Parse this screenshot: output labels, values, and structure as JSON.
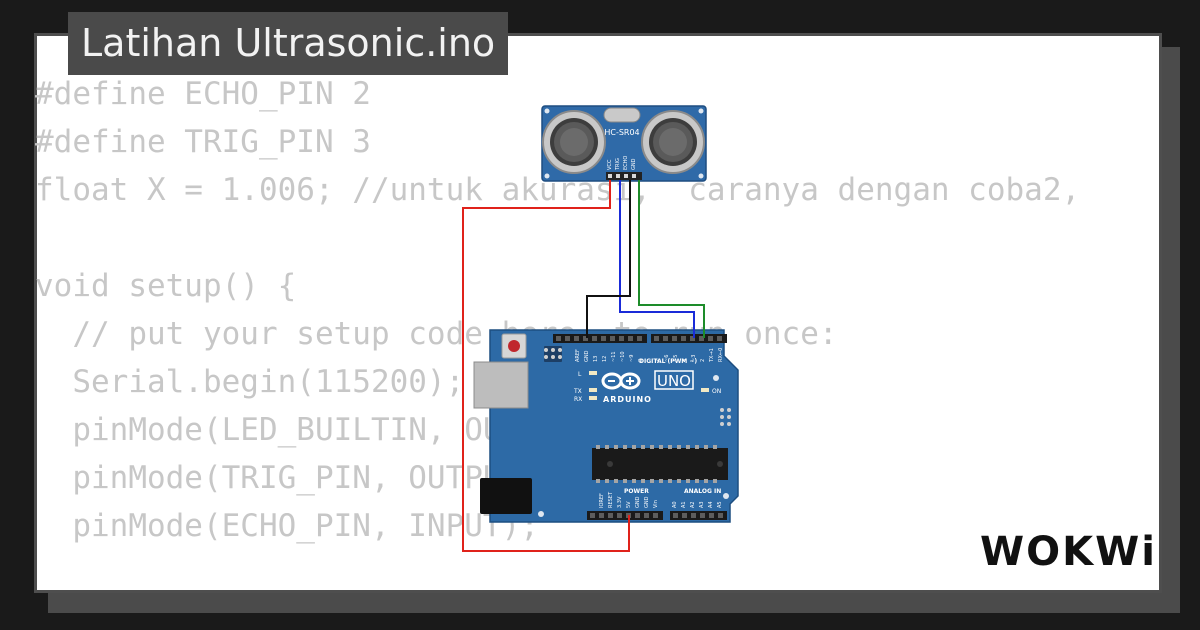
{
  "project": {
    "title": "Latihan Ultrasonic.ino"
  },
  "code_lines": [
    "#define ECHO_PIN 2",
    "#define TRIG_PIN 3",
    "float X = 1.006; //untuk akurasi,  caranya dengan coba2,",
    "",
    "void setup() {",
    "  // put your setup code here, to run once:",
    "  Serial.begin(115200);",
    "  pinMode(LED_BUILTIN, OUTPUT);",
    "  pinMode(TRIG_PIN, OUTPUT);",
    "  pinMode(ECHO_PIN, INPUT);"
  ],
  "sensor": {
    "model": "HC-SR04",
    "pins": [
      "VCC",
      "TRIG",
      "ECHO",
      "GND"
    ]
  },
  "board": {
    "name": "UNO",
    "brand": "ARDUINO",
    "digital_label": "DIGITAL (PWM ~)",
    "power_label": "POWER",
    "analog_label": "ANALOG IN",
    "on_label": "ON",
    "l_label": "L",
    "tx_label": "TX",
    "rx_label": "RX",
    "aref_label": "AREF",
    "gnd_label": "GND",
    "power_pins": [
      "IOREF",
      "RESET",
      "3.3V",
      "5V",
      "GND",
      "GND",
      "Vin"
    ],
    "analog_pins": [
      "A0",
      "A1",
      "A2",
      "A3",
      "A4",
      "A5"
    ],
    "digital_pins": [
      "13",
      "12",
      "~11",
      "~10",
      "~9",
      "8",
      "7",
      "~6",
      "~5",
      "4",
      "~3",
      "2",
      "TX→1",
      "RX←0"
    ]
  },
  "wires": {
    "vcc_color": "#e0221b",
    "trig_color": "#1a2bd8",
    "echo_color": "#111111",
    "gnd_color": "#1d8c2a"
  },
  "brand": {
    "logo": "WOKWi"
  }
}
